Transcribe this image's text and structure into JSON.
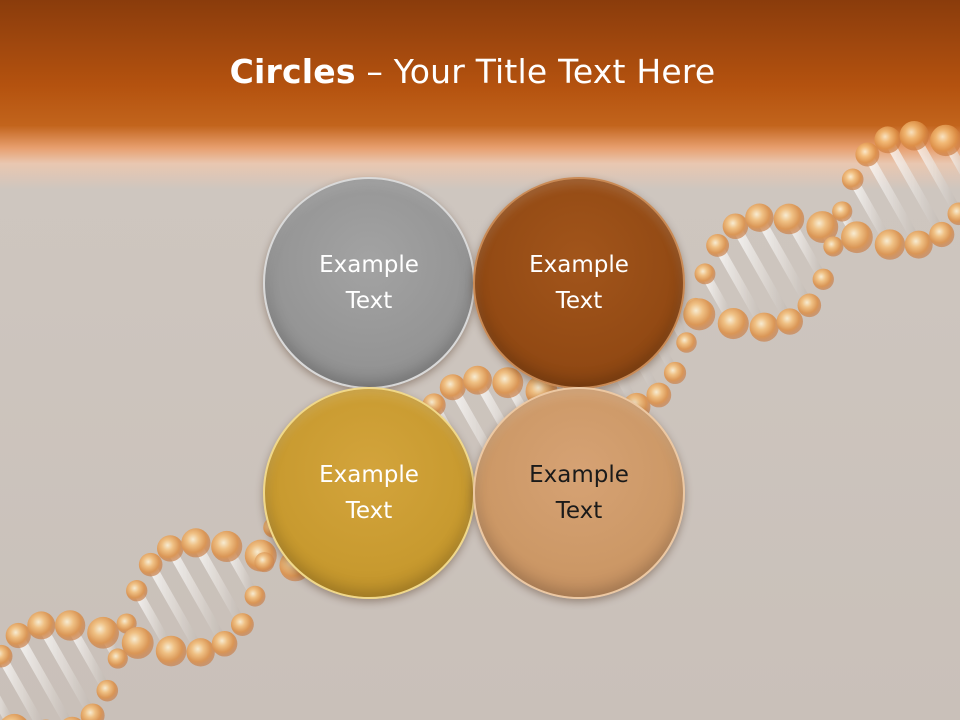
{
  "slide": {
    "title_bold": "Circles",
    "title_rest": " – Your Title Text Here"
  },
  "circles": [
    {
      "text": "Example\nText",
      "color": "#959595"
    },
    {
      "text": "Example\nText",
      "color": "#934a14"
    },
    {
      "text": "Example\nText",
      "color": "#c89a2f"
    },
    {
      "text": "Example\nText",
      "color": "#cc9866"
    }
  ],
  "background": {
    "header_color": "#b4520f",
    "body_color": "#cdc5be",
    "decoration": "dna-helix"
  }
}
